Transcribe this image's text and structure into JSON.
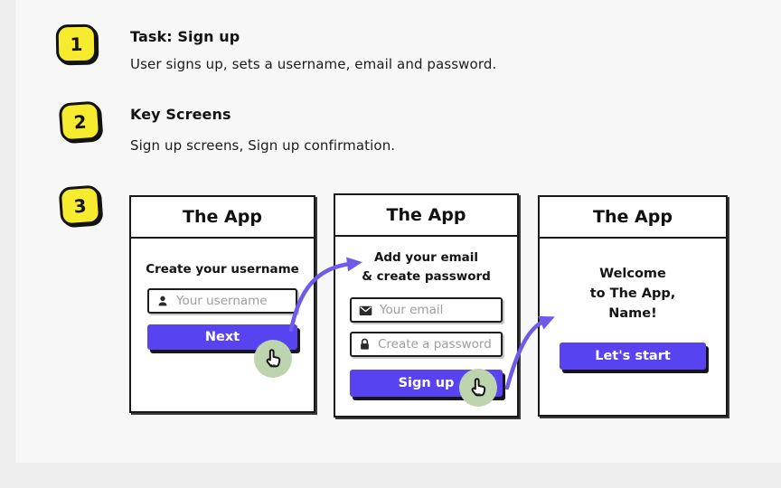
{
  "colors": {
    "accent_purple": "#5743EF",
    "arrow_purple": "#6E5BEA",
    "badge_yellow": "#F6EB2E",
    "cursor_green": "#BCD5AF"
  },
  "steps": [
    {
      "number": "1",
      "title": "Task: Sign up",
      "description": "User signs up, sets a username, email and password."
    },
    {
      "number": "2",
      "title": "Key Screens",
      "description": "Sign up screens, Sign up confirmation."
    },
    {
      "number": "3"
    }
  ],
  "screens": [
    {
      "title": "The App",
      "prompt": "Create your username",
      "inputs": [
        {
          "icon": "user-icon",
          "placeholder": "Your username"
        }
      ],
      "button": "Next"
    },
    {
      "title": "The App",
      "prompt_lines": [
        "Add your email",
        "& create password"
      ],
      "inputs": [
        {
          "icon": "envelope-icon",
          "placeholder": "Your email"
        },
        {
          "icon": "lock-icon",
          "placeholder": "Create a password"
        }
      ],
      "button": "Sign up"
    },
    {
      "title": "The App",
      "welcome_lines": [
        "Welcome",
        "to The App,",
        "Name!"
      ],
      "button": "Let's start"
    }
  ]
}
